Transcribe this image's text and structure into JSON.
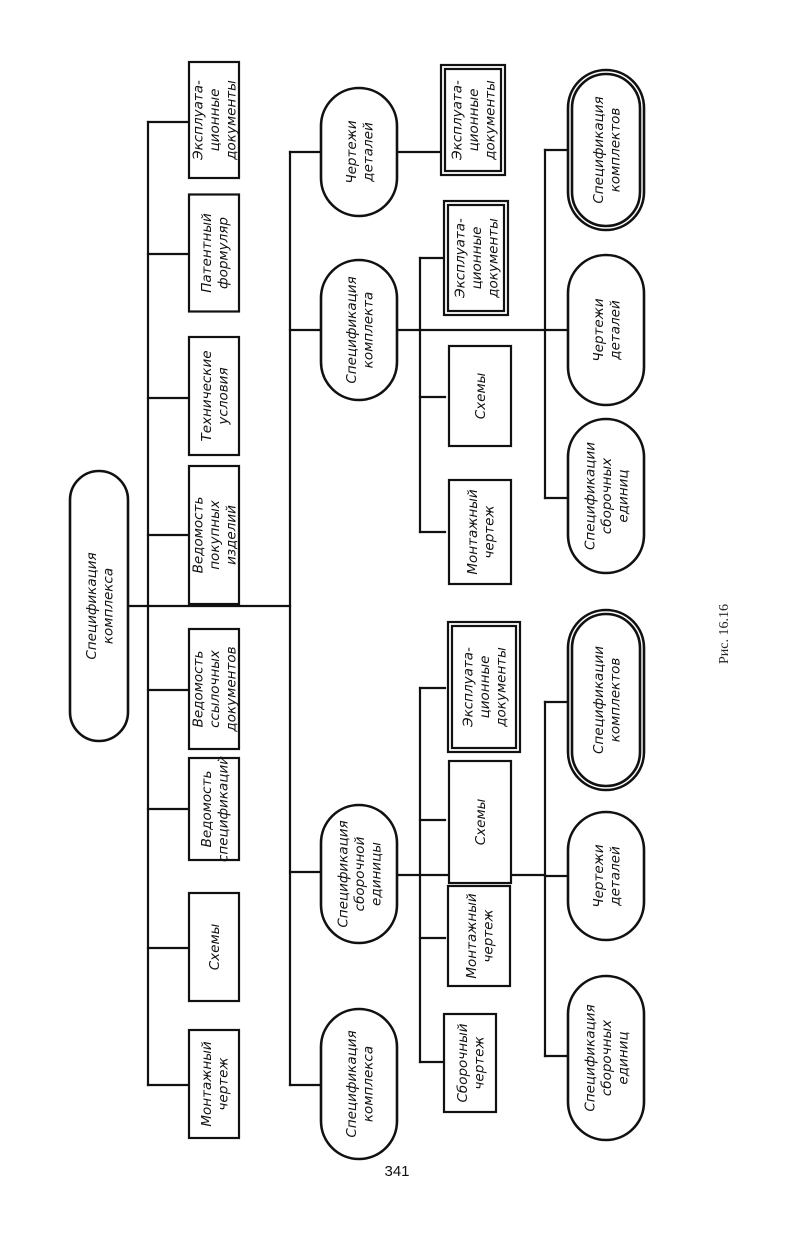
{
  "diagram": {
    "root": [
      "Спецификация",
      "комплекса"
    ],
    "level1": [
      [
        "Монтажный",
        "чертеж"
      ],
      [
        "Схемы"
      ],
      [
        "Ведомость",
        "спецификаций"
      ],
      [
        "Ведомость",
        "ссылочных",
        "документов"
      ],
      [
        "Ведомость",
        "покупных",
        "изделий"
      ],
      [
        "Технические",
        "условия"
      ],
      [
        "Патентный",
        "формуляр"
      ],
      [
        "Эксплуата-",
        "ционные",
        "документы"
      ]
    ],
    "level2": [
      [
        "Спецификация",
        "комплекса"
      ],
      [
        "Спецификация",
        "сборочной",
        "единицы"
      ],
      [
        "Спецификация",
        "комплекта"
      ],
      [
        "Чертежи",
        "деталей"
      ]
    ],
    "sub_assembly_docs": [
      [
        "Сборочный",
        "чертеж"
      ],
      [
        "Монтажный",
        "чертеж"
      ],
      [
        "Схемы"
      ],
      [
        "Эксплуата-",
        "ционные",
        "документы"
      ]
    ],
    "sub_assembly_parts": [
      [
        "Спецификация",
        "сборочных",
        "единиц"
      ],
      [
        "Чертежи",
        "деталей"
      ],
      [
        "Спецификации",
        "комплектов"
      ]
    ],
    "sub_kit_docs": [
      [
        "Монтажный",
        "чертеж"
      ],
      [
        "Схемы"
      ],
      [
        "Эксплуата-",
        "ционные",
        "документы"
      ]
    ],
    "sub_kit_parts": [
      [
        "Спецификации",
        "сборочных",
        "единиц"
      ],
      [
        "Чертежи",
        "деталей"
      ],
      [
        "Спецификация",
        "комплектов"
      ]
    ],
    "sub_parts_docs": [
      [
        "Эксплуата-",
        "ционные",
        "документы"
      ]
    ]
  },
  "page": {
    "number": "341",
    "caption": "Рис. 16.16"
  }
}
